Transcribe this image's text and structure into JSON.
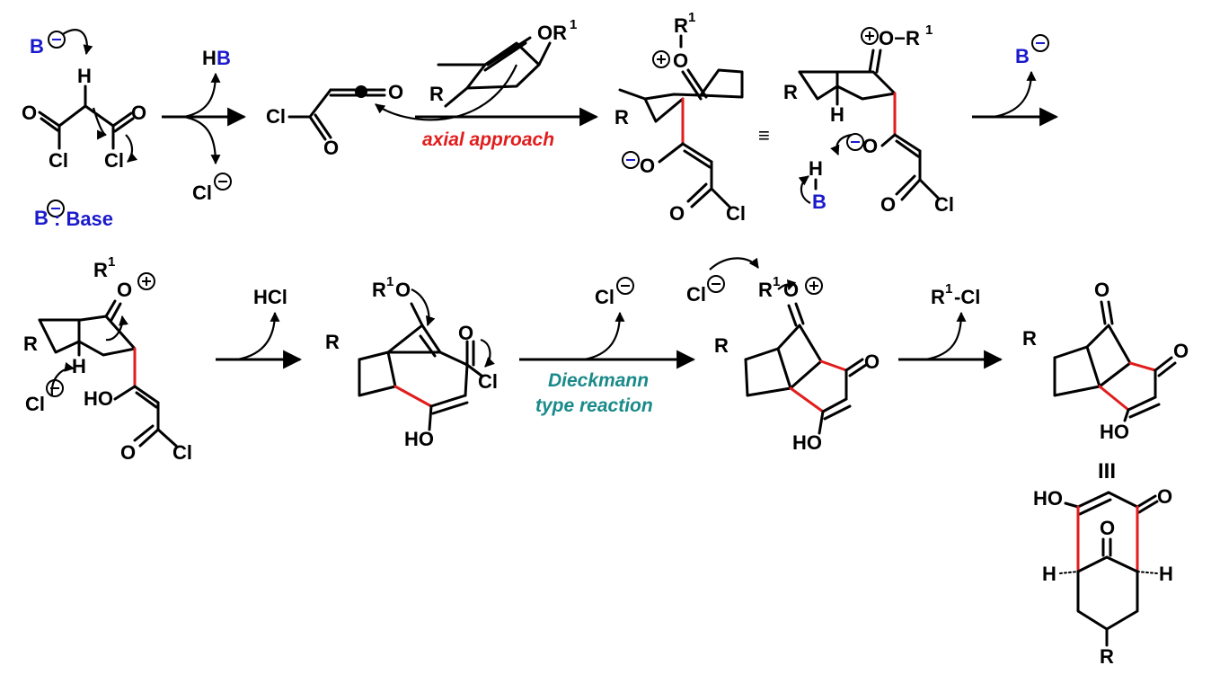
{
  "row1": {
    "base_top": "B",
    "h_atom": "H",
    "o_left": "O",
    "o_right": "O",
    "cl_left": "Cl",
    "cl_right": "Cl",
    "base_note_b": "B",
    "base_note_text": ": Base",
    "hb_h": "H",
    "hb_b": "B",
    "cl_minus": "Cl",
    "ketene_cl": "Cl",
    "ketene_o_top": "O",
    "ketene_o_bottom": "O",
    "enol_or1": "OR",
    "sup1": "1",
    "r": "R",
    "axial_approach": "axial approach",
    "int1_r1": "R",
    "int1_o": "O",
    "int1_r": "R",
    "int1_o_minus": "O",
    "int1_o_b": "O",
    "int1_cl": "Cl",
    "equiv": "≡",
    "int2_o_r1": "O−R",
    "int2_r": "R",
    "int2_h": "H",
    "int2_o": "O",
    "int2_hb_h": "H",
    "int2_hb_b": "B",
    "int2_o_b": "O",
    "int2_cl": "Cl",
    "b_minus_right": "B"
  },
  "row2": {
    "int3_r1": "R",
    "int3_o": "O",
    "int3_r": "R",
    "int3_h": "H",
    "int3_cl": "Cl",
    "int3_ho": "HO",
    "int3_o_b": "O",
    "int3_cl_b": "Cl",
    "hcl": "HCl",
    "int4_r1o": "R",
    "int4_o": "O",
    "int4_r": "R",
    "int4_o2": "O",
    "int4_cl": "Cl",
    "int4_ho": "HO",
    "cl_minus_2": "Cl",
    "dieckmann_1": "Dieckmann",
    "dieckmann_2": "type reaction",
    "int5_cl": "Cl",
    "int5_r1": "R",
    "int5_o": "O",
    "int5_r": "R",
    "int5_o2": "O",
    "int5_ho": "HO",
    "r1cl": "R",
    "r1cl_tail": "-Cl",
    "prod_o_top": "O",
    "prod_r": "R",
    "prod_o_right": "O",
    "prod_ho": "HO",
    "prod_label": "III",
    "alt_ho": "HO",
    "alt_o_right": "O",
    "alt_o_mid": "O",
    "alt_h_left": "H",
    "alt_h_right": "H",
    "alt_r": "R"
  },
  "colors": {
    "new_bond": "#e11d1d",
    "base": "#1a1acc",
    "dieckmann": "#1a8a8a"
  }
}
